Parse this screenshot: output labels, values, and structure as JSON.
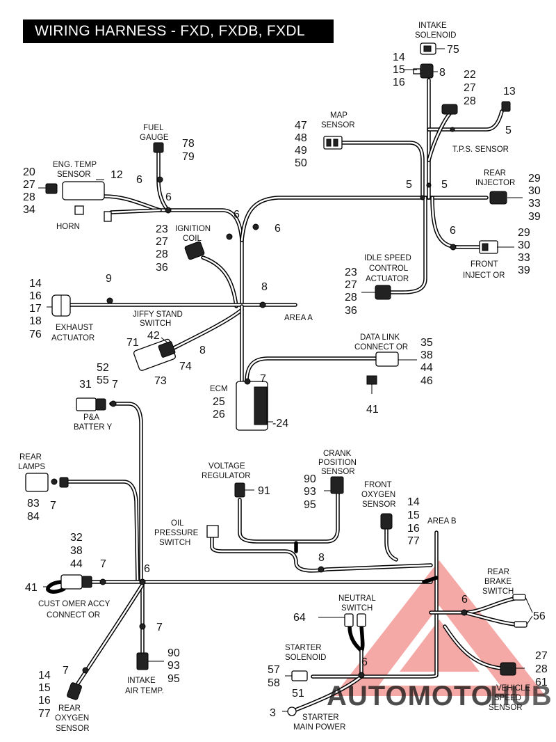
{
  "title": "WIRING HARNESS - FXD, FXDB, FXDL",
  "watermark": {
    "left": "AUTOMOTO",
    "right": "HUB",
    "left_color": "#f6b21e",
    "right_color": "#8a8a8a",
    "triangle_color": "#e4322b"
  },
  "labels": {
    "intake_solenoid": [
      "INTAKE",
      "SOLENOID"
    ],
    "map_sensor": [
      "MAP",
      "SENSOR"
    ],
    "tps_sensor": "T.P.S. SENSOR",
    "fuel_gauge": [
      "FUEL",
      "GAUGE"
    ],
    "eng_temp_sensor": [
      "ENG. TEMP",
      "SENSOR"
    ],
    "horn": "HORN",
    "ignition_coil": [
      "IGNITION",
      "COIL"
    ],
    "rear_injector": [
      "REAR",
      "INJECTOR"
    ],
    "front_injector": [
      "FRONT",
      "INJECT OR"
    ],
    "idle_speed": [
      "IDLE SPEED",
      "CONTROL",
      "ACTUATOR"
    ],
    "exhaust_actuator": [
      "EXHAUST",
      "ACTUATOR"
    ],
    "jiffy_stand": [
      "JIFFY STAND",
      "SWITCH"
    ],
    "area_a": "AREA A",
    "data_link": [
      "DATA LINK",
      "CONNECT OR"
    ],
    "ecm": "ECM",
    "pa_battery": [
      "P&A",
      "BATTER Y"
    ],
    "rear_lamps": [
      "REAR",
      "LAMPS"
    ],
    "voltage_regulator": [
      "VOLTAGE",
      "REGULATOR"
    ],
    "crank_position": [
      "CRANK",
      "POSITION",
      "SENSOR"
    ],
    "front_oxygen": [
      "FRONT",
      "OXYGEN",
      "SENSOR"
    ],
    "area_b": "AREA B",
    "oil_pressure": [
      "OIL",
      "PRESSURE",
      "SWITCH"
    ],
    "customer_accy": [
      "CUST OMER ACCY",
      "CONNECT OR"
    ],
    "rear_brake": [
      "REAR",
      "BRAKE",
      "SWITCH"
    ],
    "neutral_switch": [
      "NEUTRAL",
      "SWITCH"
    ],
    "starter_solenoid": [
      "STARTER",
      "SOLENOID"
    ],
    "intake_air_temp": [
      "INTAKE",
      "AIR TEMP."
    ],
    "rear_oxygen": [
      "REAR",
      "OXYGEN",
      "SENSOR"
    ],
    "vehicle_speed": [
      "VEHICLE",
      "SPEED",
      "SENSOR"
    ],
    "starter_main_power": [
      "STARTER",
      "MAIN POWER"
    ]
  },
  "callouts": {
    "c75": "75",
    "c14_15_16_top": [
      "14",
      "15",
      "16"
    ],
    "c8_top": "8",
    "c22_27_28": [
      "22",
      "27",
      "28"
    ],
    "c13": "13",
    "c5_tps": "5",
    "c47_50": [
      "47",
      "48",
      "49",
      "50"
    ],
    "c78_79": [
      "78",
      "79"
    ],
    "c20_34": [
      "20",
      "27",
      "28",
      "34"
    ],
    "c12": "12",
    "c6_fuel": "6",
    "c6_eng": "6",
    "c5_mid_a": "5",
    "c5_mid_b": "5",
    "c29_39_rear": [
      "29",
      "30",
      "33",
      "39"
    ],
    "c6_coil_a": "6",
    "c6_coil_b": "6",
    "c23_36_coil": [
      "23",
      "27",
      "28",
      "36"
    ],
    "c6_front": "6",
    "c29_39_front": [
      "29",
      "30",
      "33",
      "39"
    ],
    "c23_36_idle": [
      "23",
      "27",
      "28",
      "36"
    ],
    "c9": "9",
    "c8_area": "8",
    "c14_76": [
      "14",
      "16",
      "17",
      "18",
      "76"
    ],
    "c71": "71",
    "c42": "42",
    "c8_jiffy": "8",
    "c74": "74",
    "c73": "73",
    "c35_46": [
      "35",
      "38",
      "44",
      "46"
    ],
    "c41_dlc": "41",
    "c7_ecm": "7",
    "c25_26": [
      "25",
      "26"
    ],
    "c24": "-24",
    "c52_55": [
      "52",
      "55"
    ],
    "c31": "31",
    "c7_bat": "7",
    "c83_84": [
      "83",
      "84"
    ],
    "c7_lamps": "7",
    "c91": "91",
    "c90_95_crank": [
      "90",
      "93",
      "95"
    ],
    "c14_77_front": [
      "14",
      "15",
      "16",
      "77"
    ],
    "c32_44": [
      "32",
      "38",
      "44"
    ],
    "c7_accy": "7",
    "c41_accy": "41",
    "c6_main": "6",
    "c8_oil": "8",
    "c6_brake": "6",
    "c56": "56",
    "c64": "64",
    "c7_iat": "7",
    "c90_95_iat": [
      "90",
      "93",
      "95"
    ],
    "c57_58": [
      "57",
      "58"
    ],
    "c6_starter": "6",
    "c7_o2": "7",
    "c14_77_rear": [
      "14",
      "15",
      "16",
      "77"
    ],
    "c27_61": [
      "27",
      "28",
      "61"
    ],
    "c51": "51",
    "c3": "3"
  }
}
